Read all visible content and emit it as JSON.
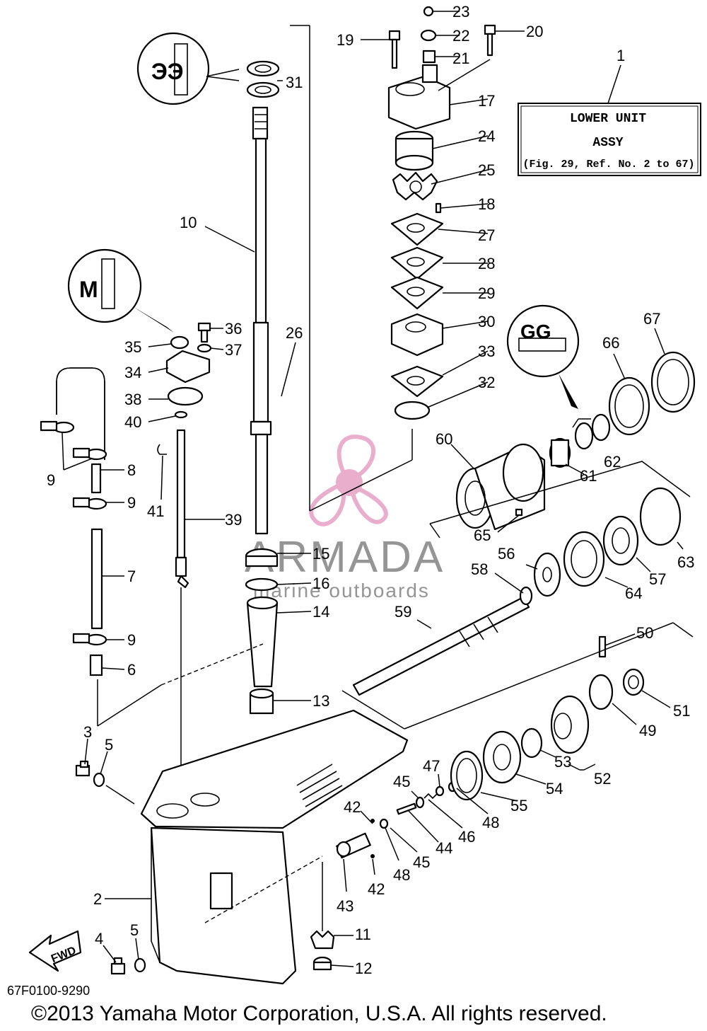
{
  "assembly_box": {
    "line1": "LOWER UNIT",
    "line2": "ASSY",
    "line3": "(Fig. 29, Ref. No. 2 to 67)"
  },
  "diagram_code": "67F0100-9290",
  "copyright": "©2013 Yamaha Motor Corporation, U.S.A. All rights reserved.",
  "fwd_label": "FWD",
  "watermark": {
    "brand": "ARMADA",
    "tagline": "marine outboards",
    "color": "#e8a6c8"
  },
  "callouts": {
    "c1": "1",
    "c2": "2",
    "c3": "3",
    "c4": "4",
    "c5a": "5",
    "c5b": "5",
    "c6": "6",
    "c7": "7",
    "c8": "8",
    "c9a": "9",
    "c9b": "9",
    "c9c": "9",
    "c10": "10",
    "c11": "11",
    "c12": "12",
    "c13": "13",
    "c14": "14",
    "c15": "15",
    "c16": "16",
    "c17": "17",
    "c18": "18",
    "c19": "19",
    "c20": "20",
    "c21": "21",
    "c22": "22",
    "c23": "23",
    "c24": "24",
    "c25": "25",
    "c26": "26",
    "c27": "27",
    "c28": "28",
    "c29": "29",
    "c30": "30",
    "c31": "31",
    "c32": "32",
    "c33": "33",
    "c34": "34",
    "c35": "35",
    "c36": "36",
    "c37": "37",
    "c38": "38",
    "c39": "39",
    "c40": "40",
    "c41": "41",
    "c42a": "42",
    "c42b": "42",
    "c43": "43",
    "c44": "44",
    "c45a": "45",
    "c45b": "45",
    "c46": "46",
    "c47": "47",
    "c48a": "48",
    "c48b": "48",
    "c49": "49",
    "c50": "50",
    "c51": "51",
    "c52": "52",
    "c53": "53",
    "c54": "54",
    "c55": "55",
    "c56": "56",
    "c57": "57",
    "c58": "58",
    "c59": "59",
    "c60": "60",
    "c61": "61",
    "c62": "62",
    "c63": "63",
    "c64": "64",
    "c65": "65",
    "c66": "66",
    "c67": "67"
  }
}
